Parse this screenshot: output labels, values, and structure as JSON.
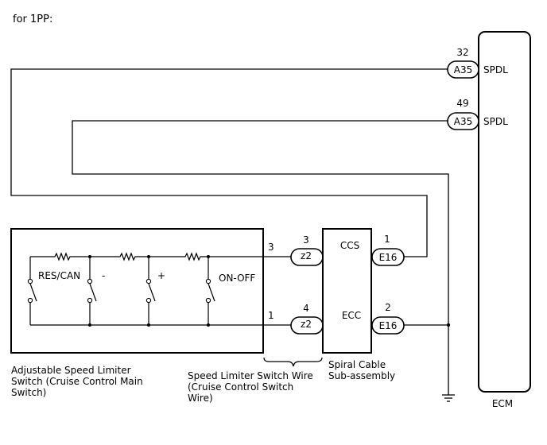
{
  "header": {
    "variant": "for 1PP:"
  },
  "ecm": {
    "name": "ECM",
    "pins": [
      {
        "connector": "A35",
        "pin": "32",
        "signal": "SPDL"
      },
      {
        "connector": "A35",
        "pin": "49",
        "signal": "SPDL"
      }
    ]
  },
  "switch_unit": {
    "name": "Adjustable Speed Limiter Switch (Cruise Control Main Switch)",
    "name_lines": [
      "Adjustable Speed Limiter",
      "Switch (Cruise Control Main",
      "Switch)"
    ],
    "switches": [
      "RES/CAN",
      "-",
      "+",
      "ON-OFF"
    ],
    "terminals": [
      "3",
      "1"
    ]
  },
  "wire_harness": {
    "name": "Speed Limiter Switch Wire (Cruise Control Switch Wire)",
    "name_lines": [
      "Speed Limiter Switch Wire",
      "(Cruise Control Switch",
      "Wire)"
    ],
    "connectors": [
      {
        "connector": "z2",
        "pin": "3"
      },
      {
        "connector": "z2",
        "pin": "4"
      }
    ]
  },
  "spiral_cable": {
    "name": "Spiral Cable Sub-assembly",
    "name_lines": [
      "Spiral Cable",
      "Sub-assembly"
    ],
    "circuits": [
      "CCS",
      "ECC"
    ],
    "connectors": [
      {
        "connector": "E16",
        "pin": "1"
      },
      {
        "connector": "E16",
        "pin": "2"
      }
    ]
  },
  "ground": {
    "symbol": "ground-icon"
  }
}
